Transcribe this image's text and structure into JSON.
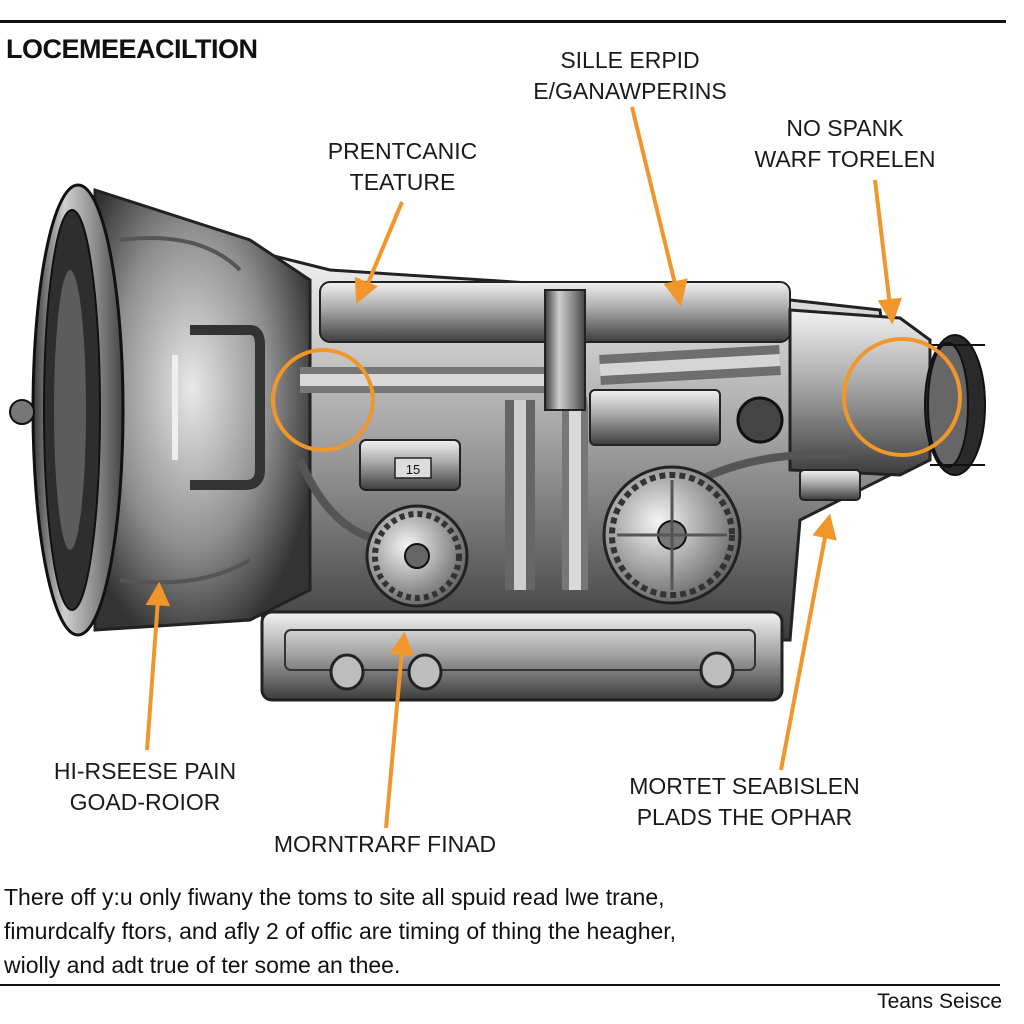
{
  "title": "LOCEMEЕACILTION",
  "labels": {
    "top_center": [
      "SILLE ERPID",
      "E/GANAWPERINS"
    ],
    "top_left": [
      "PRENTCANIC",
      "TEATURE"
    ],
    "top_right": [
      "NO SPANK",
      "WARF TORELEN"
    ],
    "bottom_left": [
      "HI-RSEESE PAIN",
      "GOAD-ROIOR"
    ],
    "bottom_center": [
      "MORNTRARF FINAD"
    ],
    "bottom_right": [
      "MORTET SEABISLEN",
      "PLADS THE OPHAR"
    ]
  },
  "part_number": "15",
  "caption": [
    "There off y:u only fiwany the toms to site all spuid read lwe trane,",
    "fimurdcalfy ftors, and afly 2 of offic are timing of thing the heagher,",
    "wiolly and adt true of ter some an thee."
  ],
  "footer": "Teans Seisce",
  "colors": {
    "accent": "#F0962A",
    "ink": "#111111",
    "metal": "#9a9a9a"
  }
}
